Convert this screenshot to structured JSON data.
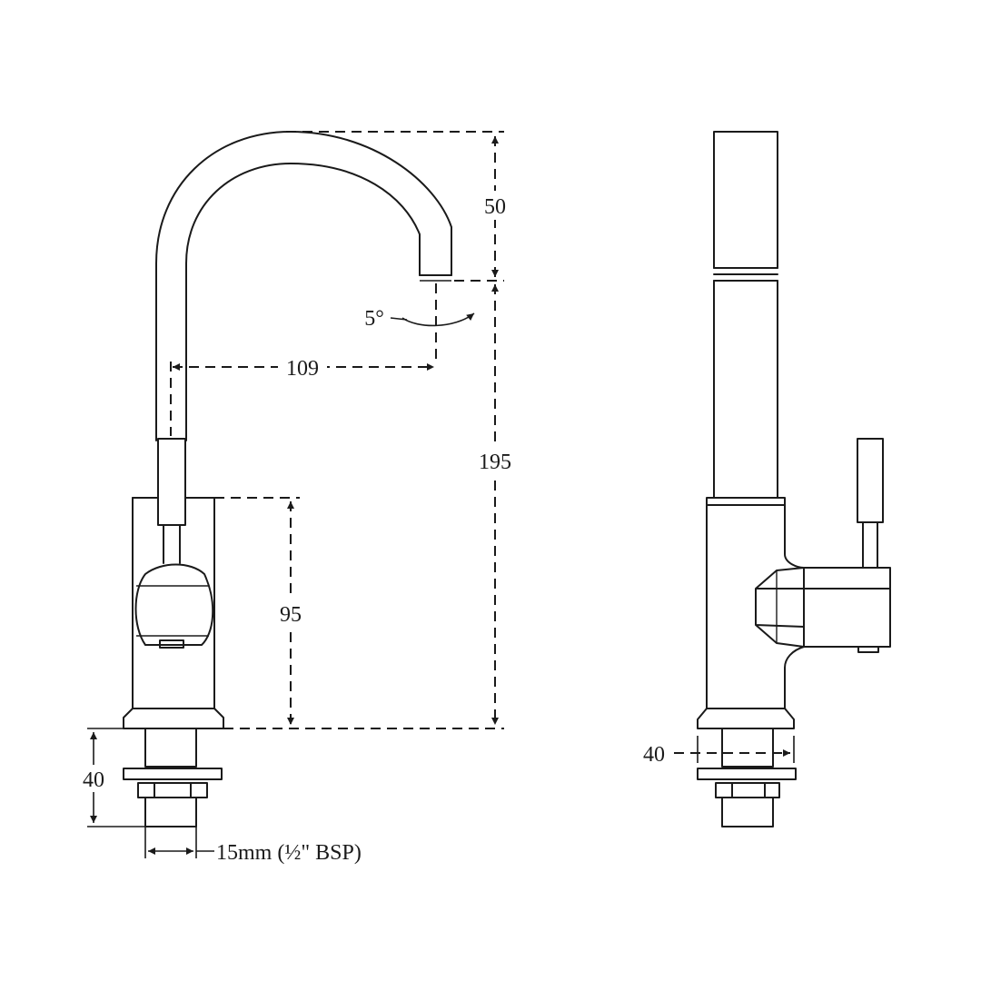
{
  "drawing": {
    "line_color": "#1a1a1a",
    "background": "#ffffff",
    "dimensions": {
      "spout_drop": "50",
      "spout_angle": "5°",
      "spout_reach": "109",
      "total_height": "195",
      "body_height": "95",
      "shank_length": "40",
      "connection": "15mm (½\" BSP)",
      "side_body_width": "40"
    }
  }
}
